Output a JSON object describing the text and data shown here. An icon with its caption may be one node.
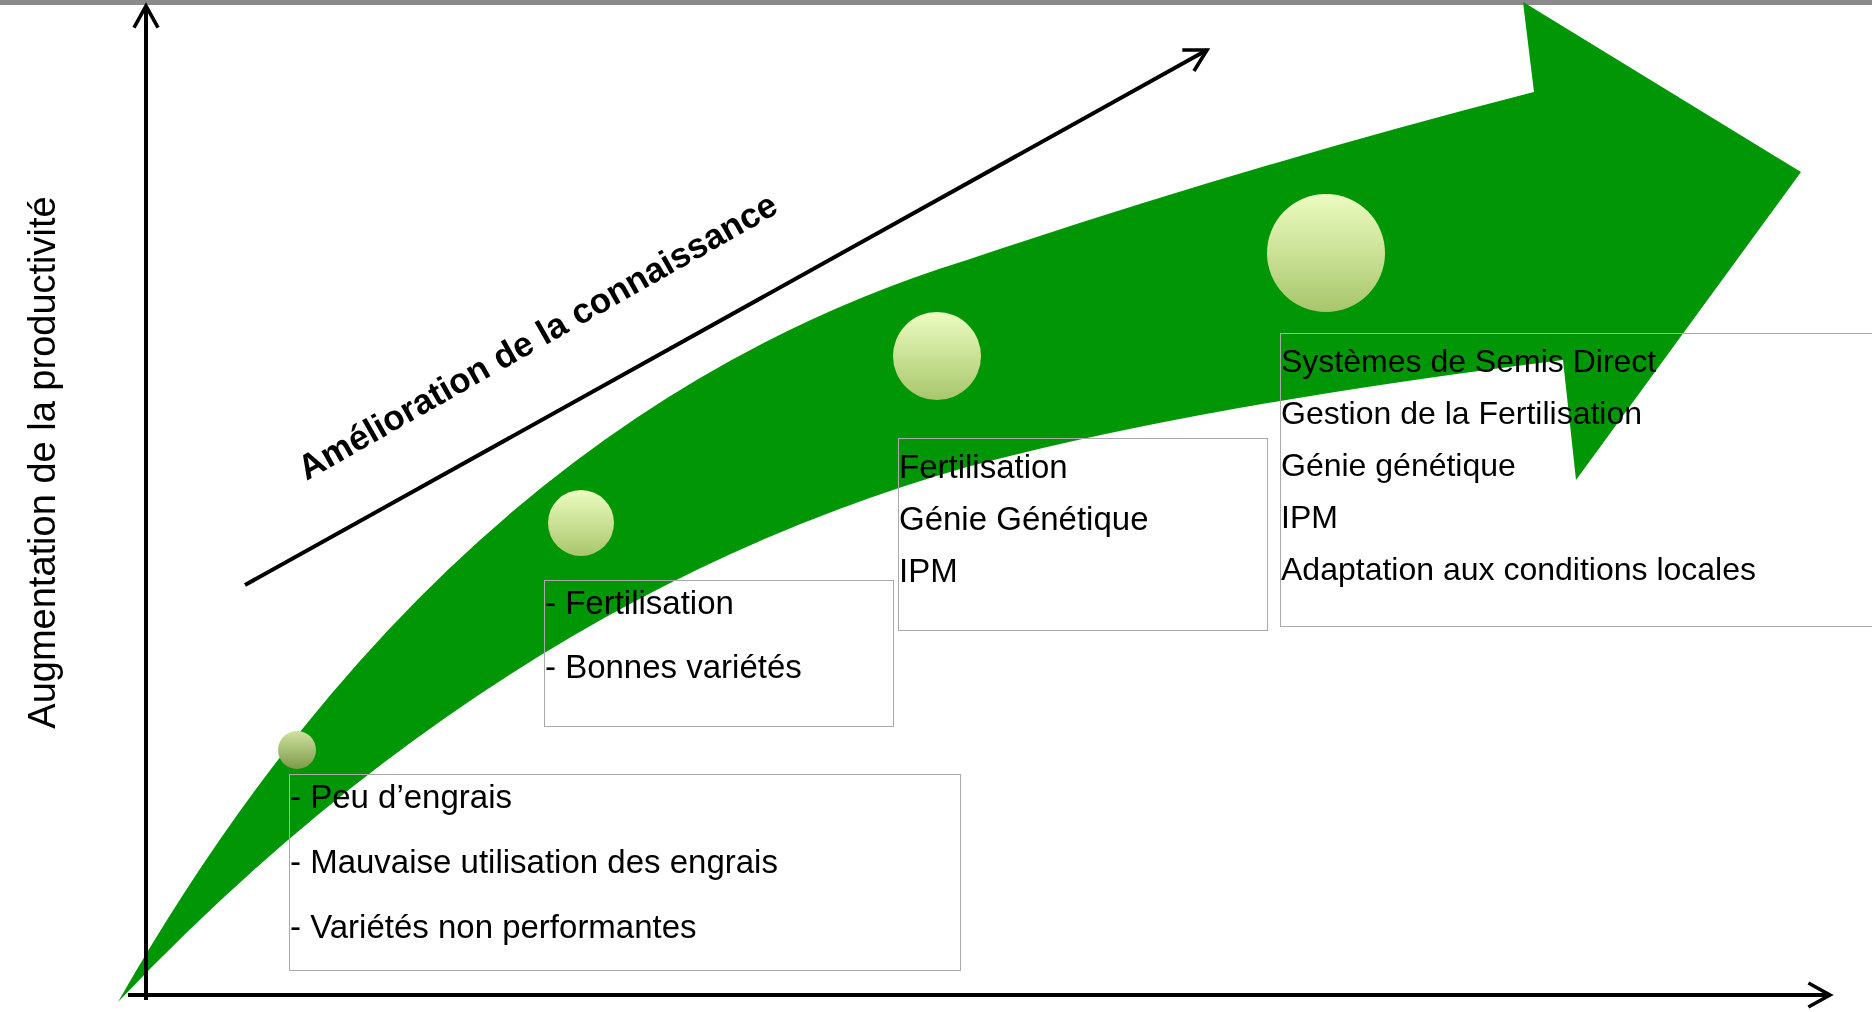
{
  "diagram": {
    "nodes": [
      {
        "text": [
          "- Peu d’engrais",
          "- Mauvaise utilisation des engrais",
          "- Variétés non performantes"
        ]
      },
      {
        "text": [
          "- Fertilisation",
          "- Bonnes variétés"
        ]
      },
      {
        "text": [
          "Fertilisation",
          "Génie Génétique",
          "IPM"
        ]
      },
      {
        "text": [
          "Systèmes de Semis Direct",
          "Gestion de la Fertilisation",
          "Génie génétique",
          "IPM",
          "Adaptation aux conditions locales"
        ]
      }
    ],
    "labels": [
      "Amélioration de la connaissance",
      "Augmentation de la productivité"
    ]
  }
}
